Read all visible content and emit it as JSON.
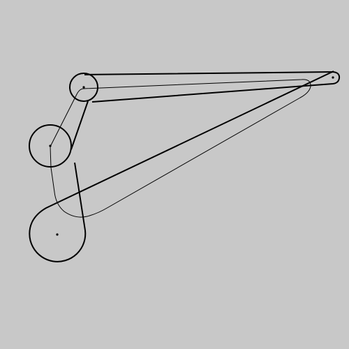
{
  "figure": {
    "background_color": "#c8c8c8",
    "stroke_color": "#000000",
    "description_kind": "rounded-link linkage diagram"
  },
  "pivots": [
    {
      "id": "small-top"
    },
    {
      "id": "mid-left"
    },
    {
      "id": "large-bottom"
    },
    {
      "id": "right-end"
    }
  ],
  "links": [
    {
      "id": "outer-thick-outline",
      "style": "thick"
    },
    {
      "id": "inner-thin-outline",
      "style": "thin"
    }
  ]
}
